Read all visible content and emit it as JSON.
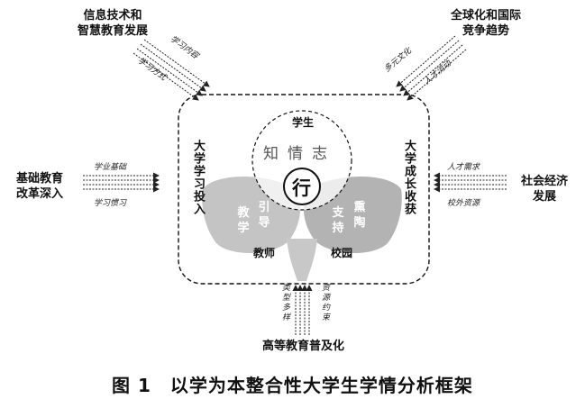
{
  "top_left": {
    "label_line1": "信息技术和",
    "label_line2": "智慧教育发展",
    "arrow1": "学习内容",
    "arrow2": "学习方式"
  },
  "top_right": {
    "label_line1": "全球化和国际",
    "label_line2": "竞争趋势",
    "arrow1": "多元文化",
    "arrow2": "人才流动"
  },
  "left": {
    "label_line1": "基础教育",
    "label_line2": "改革深入",
    "arrow1": "学业基础",
    "arrow2": "学习惯习"
  },
  "right": {
    "label_line1": "社会经济",
    "label_line2": "发展",
    "arrow1": "人才需求",
    "arrow2": "校外资源"
  },
  "bottom": {
    "label": "高等教育普及化",
    "arrow1": "类型多样",
    "arrow2": "资源约束"
  },
  "core": {
    "student": "学生",
    "zhi": "知",
    "qing": "情",
    "zhi2": "志",
    "xing": "行",
    "left_side": "大学学习投入",
    "right_side": "大学成长收获",
    "teacher": "教师",
    "campus": "校园",
    "jiao": "教",
    "xue": "学",
    "yin": "引",
    "dao": "导",
    "zhi_support": "支",
    "chi": "持",
    "xun": "熏",
    "tao": "陶"
  },
  "caption": "图 1　以学为本整合性大学生学情分析框架"
}
